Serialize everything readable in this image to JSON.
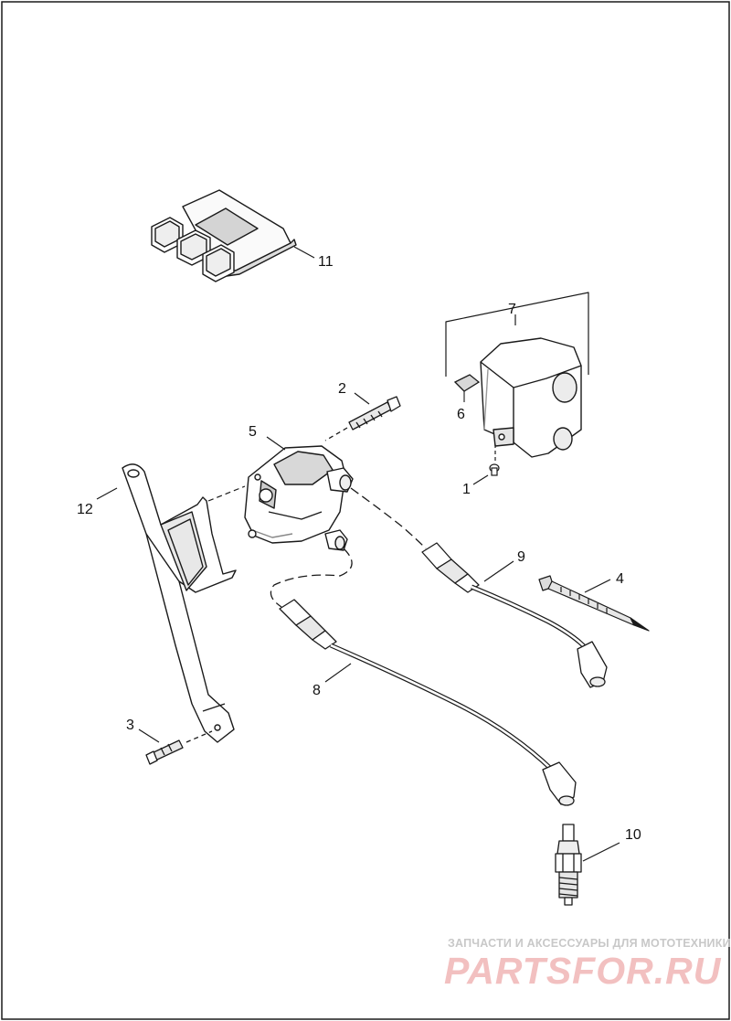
{
  "diagram": {
    "callouts": [
      "1",
      "2",
      "3",
      "4",
      "5",
      "6",
      "7",
      "8",
      "9",
      "10",
      "11",
      "12"
    ]
  },
  "watermark": {
    "tagline": "ЗАПЧАСТИ И АКСЕССУАРЫ ДЛЯ МОТОТЕХНИКИ",
    "logo": "PARTSFOR.RU"
  },
  "colors": {
    "line": "#1a1a1a",
    "shade": "#d6d6d6",
    "watermark_tagline": "#c8c8c8",
    "watermark_logo": "#f2c0c0"
  }
}
